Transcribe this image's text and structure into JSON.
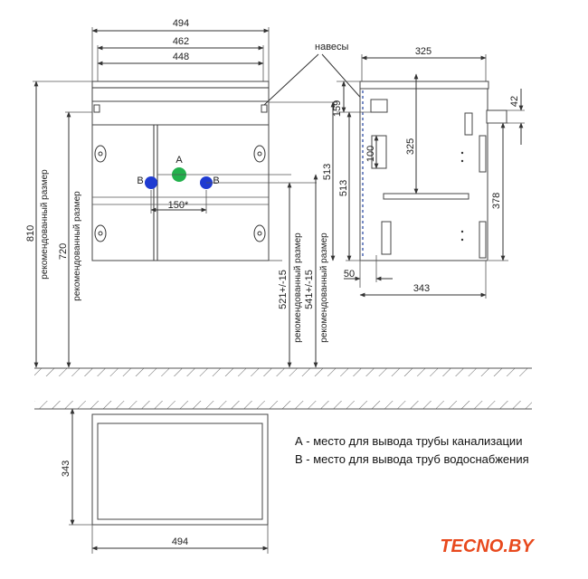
{
  "front_view": {
    "dims": {
      "w494": "494",
      "w462": "462",
      "w448": "448",
      "w150": "150*",
      "h810": "810",
      "h720": "720",
      "h513": "513",
      "h521": "521+/-15",
      "h541": "541+/-15"
    },
    "labels": {
      "recommended_810": "рекомендованный размер",
      "recommended_720": "рекомендованный размер",
      "recommended_521": "рекомендованный размер",
      "recommended_541": "рекомендованный размер",
      "hangers": "навесы"
    },
    "points": {
      "A": "A",
      "B_left": "B",
      "B_right": "B"
    }
  },
  "side_view": {
    "dims": {
      "w325_top": "325",
      "h159": "159",
      "h325_inner": "325",
      "h100": "100",
      "h513": "513",
      "h378": "378",
      "h42": "42",
      "w50": "50",
      "w343": "343"
    }
  },
  "top_view": {
    "dims": {
      "d343": "343",
      "w494": "494"
    }
  },
  "legend": {
    "a": "А - место для вывода трубы канализации",
    "b": "В - место для вывода труб водоснабжения"
  },
  "logo": {
    "text": "TECNO.BY",
    "color": "#e8491d"
  },
  "colors": {
    "point_a": "#22b14c",
    "point_b": "#1f3bd1"
  }
}
